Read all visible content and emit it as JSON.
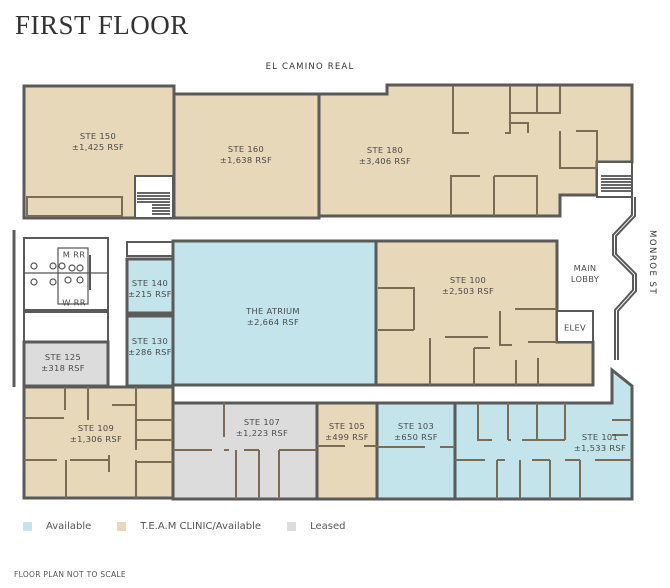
{
  "title": "FIRST FLOOR",
  "streets": {
    "top": "EL CAMINO REAL",
    "right": "MONROE ST"
  },
  "colors": {
    "available": "#c3e4ea",
    "team_clinic": "#e6d8b9",
    "leased": "#dcdcdc",
    "wall": "#5a5a5a"
  },
  "suites": [
    {
      "id": "ste150",
      "name": "STE 150",
      "area": "±1,425 RSF",
      "status": "team_clinic"
    },
    {
      "id": "ste160",
      "name": "STE 160",
      "area": "±1,638 RSF",
      "status": "team_clinic"
    },
    {
      "id": "ste180",
      "name": "STE 180",
      "area": "±3,406 RSF",
      "status": "team_clinic"
    },
    {
      "id": "ste140",
      "name": "STE 140",
      "area": "±215 RSF",
      "status": "available"
    },
    {
      "id": "ste130",
      "name": "STE 130",
      "area": "±286 RSF",
      "status": "available"
    },
    {
      "id": "atrium",
      "name": "THE ATRIUM",
      "area": "±2,664 RSF",
      "status": "available"
    },
    {
      "id": "ste100",
      "name": "STE 100",
      "area": "±2,503 RSF",
      "status": "team_clinic"
    },
    {
      "id": "ste125",
      "name": "STE 125",
      "area": "±318 RSF",
      "status": "leased"
    },
    {
      "id": "ste109",
      "name": "STE 109",
      "area": "±1,306 RSF",
      "status": "team_clinic"
    },
    {
      "id": "ste107",
      "name": "STE 107",
      "area": "±1,223 RSF",
      "status": "leased"
    },
    {
      "id": "ste105",
      "name": "STE 105",
      "area": "±499 RSF",
      "status": "team_clinic"
    },
    {
      "id": "ste103",
      "name": "STE 103",
      "area": "±650 RSF",
      "status": "available"
    },
    {
      "id": "ste101",
      "name": "STE 101",
      "area": "±1,533 RSF",
      "status": "available"
    }
  ],
  "other_labels": {
    "men_rr": "M RR",
    "women_rr": "W RR",
    "main_lobby_1": "MAIN",
    "main_lobby_2": "LOBBY",
    "elevator": "ELEV"
  },
  "legend": [
    {
      "label": "Available",
      "color": "#c3e4ea"
    },
    {
      "label": "T.E.A.M CLINIC/Available",
      "color": "#e6d8b9"
    },
    {
      "label": "Leased",
      "color": "#dcdcdc"
    }
  ],
  "note": "FLOOR PLAN NOT TO SCALE"
}
